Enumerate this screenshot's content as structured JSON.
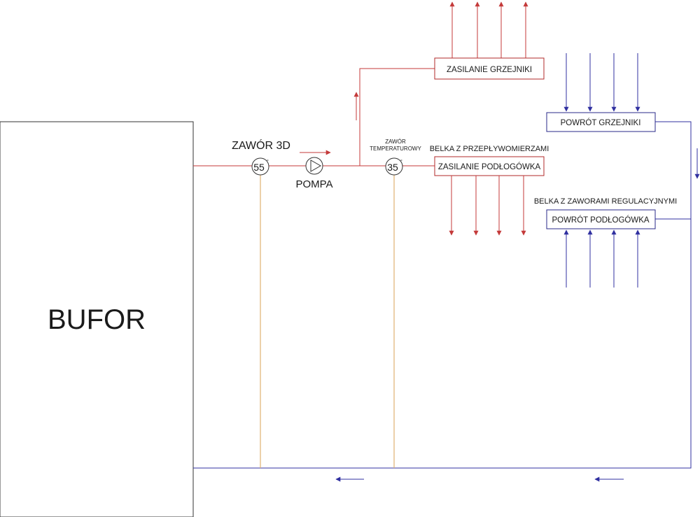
{
  "buffer": {
    "label": "BUFOR"
  },
  "valve_3d": {
    "title": "ZAWÓR 3D",
    "value": "55",
    "unit": "°"
  },
  "pump": {
    "label": "POMPA"
  },
  "temp_valve": {
    "title_line1": "ZAWÓR",
    "title_line2": "TEMPERATUROWY",
    "value": "35",
    "unit": "°"
  },
  "manifolds": {
    "flowmeter_title": "BELKA Z PRZEPŁYWOMIERZAMI",
    "regulating_title": "BELKA Z ZAWORAMI REGULACYJNYMI",
    "supply_radiators": "ZASILANIE GRZEJNIKI",
    "return_radiators": "POWRÓT GRZEJNIKI",
    "supply_floor": "ZASILANIE PODŁOGÓWKA",
    "return_floor": "POWRÓT PODŁOGÓWKA"
  },
  "colors": {
    "supply": "#c43a3a",
    "return": "#3030a0",
    "sensor": "#e0b070"
  }
}
